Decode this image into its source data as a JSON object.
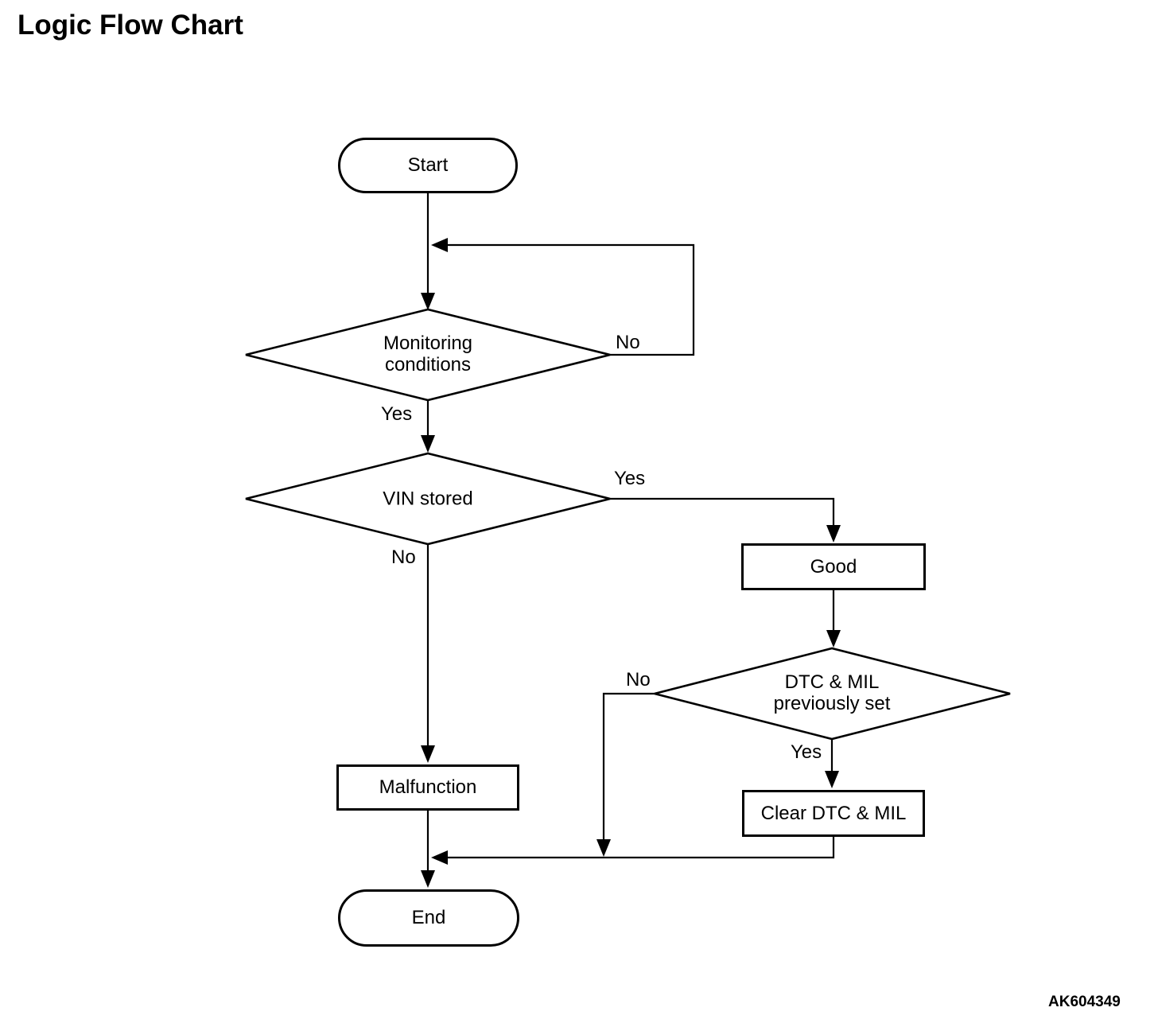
{
  "title": "Logic Flow Chart",
  "figure_code": "AK604349",
  "colors": {
    "background": "#ffffff",
    "line": "#000000",
    "text": "#000000"
  },
  "nodes": {
    "start": {
      "label": "Start",
      "type": "terminal"
    },
    "monitoring": {
      "label": "Monitoring\nconditions",
      "type": "decision"
    },
    "vin": {
      "label": "VIN stored",
      "type": "decision"
    },
    "good": {
      "label": "Good",
      "type": "process"
    },
    "dtc": {
      "label": "DTC & MIL\npreviously set",
      "type": "decision"
    },
    "malfunction": {
      "label": "Malfunction",
      "type": "process"
    },
    "clear": {
      "label": "Clear DTC & MIL",
      "type": "process"
    },
    "end": {
      "label": "End",
      "type": "terminal"
    }
  },
  "edges": [
    {
      "from": "start",
      "to": "monitoring",
      "label": ""
    },
    {
      "from": "monitoring",
      "to": "monitoring",
      "label": "No"
    },
    {
      "from": "monitoring",
      "to": "vin",
      "label": "Yes"
    },
    {
      "from": "vin",
      "to": "good",
      "label": "Yes"
    },
    {
      "from": "vin",
      "to": "malfunction",
      "label": "No"
    },
    {
      "from": "good",
      "to": "dtc",
      "label": ""
    },
    {
      "from": "dtc",
      "to": "clear",
      "label": "Yes"
    },
    {
      "from": "dtc",
      "to": "end",
      "label": "No"
    },
    {
      "from": "clear",
      "to": "end",
      "label": ""
    },
    {
      "from": "malfunction",
      "to": "end",
      "label": ""
    }
  ]
}
